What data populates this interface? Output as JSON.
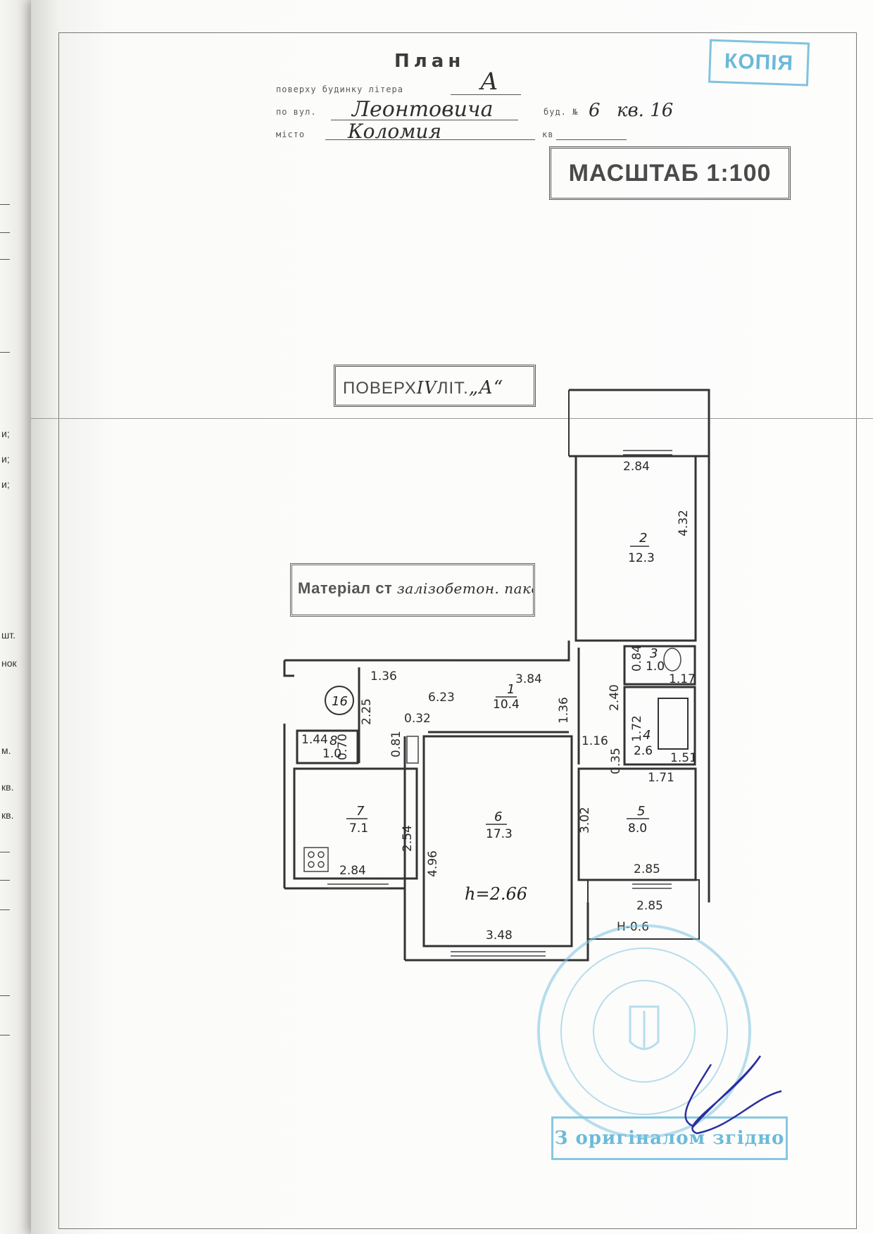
{
  "left_margin_fragments": [
    "и;",
    "и;",
    "и;",
    "шт.",
    "нок",
    "м.",
    "кв.",
    "кв."
  ],
  "header": {
    "title": "План",
    "floor_label": "поверху будинку літера",
    "floor_value": "А",
    "street_label": "по вул.",
    "street_value": "Леонтовича",
    "house_label": "буд. №",
    "house_value": "6",
    "apartment_value": "кв. 16",
    "city_label": "місто",
    "city_value": "Коломия",
    "kv_label": "кв"
  },
  "stamps": {
    "copy": "КОПІЯ",
    "scale": "МАСШТАБ 1:100",
    "floor_prefix": "ПОВЕРХ",
    "floor_number": "IV",
    "floor_lit": "ЛІТ.",
    "floor_letter": "„А“",
    "material_printed": "Матеріал ст",
    "material_handwritten": "залізобетон. пакел",
    "original": "З оригіналом згідно"
  },
  "plan": {
    "apartment_number": "16",
    "ceiling_height": "h=2.66",
    "balcony_label": "Н-0.6",
    "rooms": [
      {
        "id": "room-1",
        "number": "1",
        "area": "10.4"
      },
      {
        "id": "room-2",
        "number": "2",
        "area": "12.3"
      },
      {
        "id": "room-3",
        "number": "3",
        "area": "1.0"
      },
      {
        "id": "room-4",
        "number": "4",
        "area": "2.6"
      },
      {
        "id": "room-5",
        "number": "5",
        "area": "8.0"
      },
      {
        "id": "room-6",
        "number": "6",
        "area": "17.3"
      },
      {
        "id": "room-7",
        "number": "7",
        "area": "7.1"
      },
      {
        "id": "room-8",
        "number": "8",
        "area": "1.0"
      }
    ],
    "dimensions": {
      "r2_width": "2.84",
      "r2_length": "4.32",
      "r1_top": "3.84",
      "r1_left": "6.23",
      "r1_hall": "1.36",
      "r1_right": "1.36",
      "r1_vert": "2.25",
      "r1_small": "0.32",
      "r1_door": "0.81",
      "r1_bottom": "1.16",
      "r3_w": "1.17",
      "r3_h": "0.84",
      "r4_h": "1.72",
      "r4_w": "1.51",
      "wc_h": "2.40",
      "r8_w": "1.44",
      "r8_h": "0.70",
      "r5_w_top": "1.71",
      "r5_h": "3.02",
      "r5_w": "2.85",
      "r5_small": "0.35",
      "r6_h": "4.96",
      "r6_w": "3.48",
      "r7_w": "2.84",
      "r7_h": "2.54",
      "balcony_w": "2.85"
    }
  }
}
